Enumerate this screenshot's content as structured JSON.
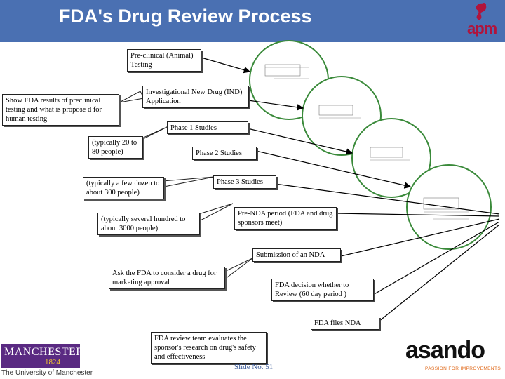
{
  "slide": {
    "title": "FDA's Drug Review Process",
    "slide_number": "Slide No. 51"
  },
  "logos": {
    "apm": "apm",
    "manchester_name": "MANCHESTER",
    "manchester_year": "1824",
    "manchester_caption": "The University of Manchester",
    "asando_name": "asando",
    "asando_tagline": "PASSION FOR IMPROVEMENTS"
  },
  "steps": [
    "Pre-clinical (Animal) Testing",
    "Investigational New Drug (IND) Application",
    "Phase 1 Studies",
    "Phase 2 Studies",
    "Phase 3 Studies",
    "Pre-NDA period (FDA and drug sponsors meet)",
    "Submission of an NDA",
    "FDA decision whether to Review (60 day period )",
    "FDA files NDA",
    "FDA review team evaluates the sponsor's research on drug's safety and effectiveness"
  ],
  "callouts": [
    "Show FDA results of preclinical testing and  what is propose d for human testing",
    "(typically 20 to 80 people)",
    "(typically a few dozen to about 300 people)",
    "(typically several hundred to about 3000 people)",
    "Ask the FDA to consider a drug for marketing approval"
  ],
  "colors": {
    "header": "#4a70b2",
    "manchester_purple": "#5a2a82",
    "apm_red": "#b0143c",
    "asando_orange": "#e06a1b"
  }
}
